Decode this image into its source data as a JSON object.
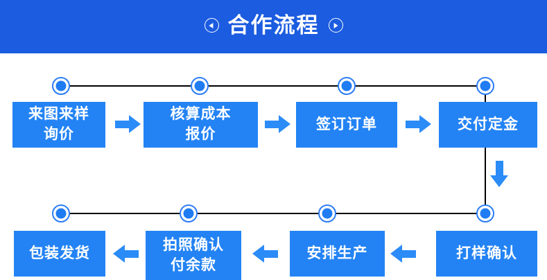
{
  "header": {
    "title": "合作流程",
    "left_icon": "circled-left-triangle-icon",
    "right_icon": "circled-right-triangle-icon",
    "background_color": "#1B5CE0",
    "text_color": "#FFFFFF"
  },
  "theme": {
    "box_color": "#2383F4",
    "arrow_color": "#2B8BF7",
    "node_fill": "#1F7CF2",
    "node_ring": "#2B7CF6",
    "line_color": "#000000"
  },
  "flow": {
    "row_top": [
      {
        "lines": [
          "来图来样",
          "询价"
        ]
      },
      {
        "lines": [
          "核算成本",
          "报价"
        ]
      },
      {
        "lines": [
          "签订订单"
        ]
      },
      {
        "lines": [
          "交付定金"
        ]
      }
    ],
    "row_bottom": [
      {
        "lines": [
          "包装发货"
        ]
      },
      {
        "lines": [
          "拍照确认",
          "付余款"
        ]
      },
      {
        "lines": [
          "安排生产"
        ]
      },
      {
        "lines": [
          "打样确认"
        ]
      }
    ],
    "arrows": {
      "right": "arrow-right-icon",
      "left": "arrow-left-icon",
      "down": "arrow-down-icon"
    }
  }
}
